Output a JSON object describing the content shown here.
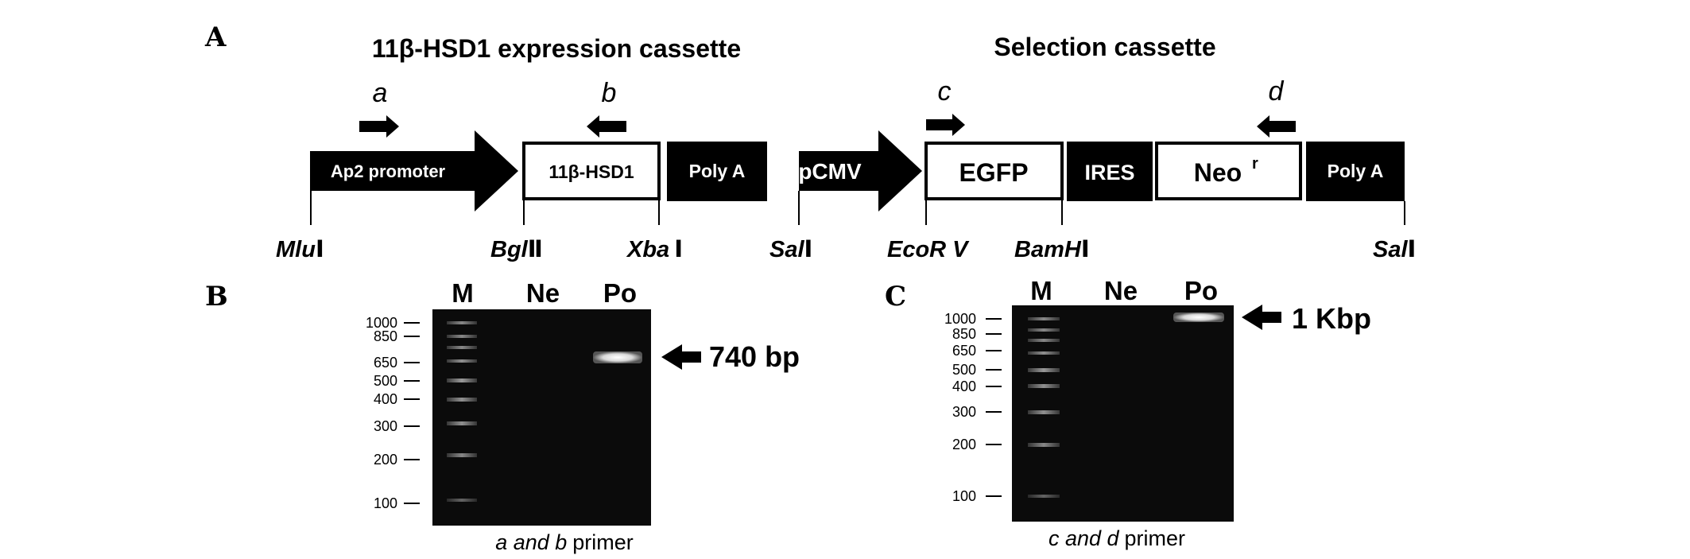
{
  "panel_a": {
    "letter": "A",
    "expression_title": "11β-HSD1 expression cassette",
    "selection_title": "Selection cassette",
    "primers": {
      "a": "a",
      "b": "b",
      "c": "c",
      "d": "d"
    },
    "elements": {
      "ap2_promoter": "Ap2  promoter",
      "hsd1": "11β-HSD1",
      "polya_1": "Poly A",
      "pcmv": "pCMV",
      "egfp": "EGFP",
      "ires": "IRES",
      "neo": "Neo",
      "neo_sup": "r",
      "polya_2": "Poly A"
    },
    "sites": {
      "mlu": {
        "italic": "Mlu",
        "roman": "Ⅰ"
      },
      "bgl": {
        "italic": "Bgl",
        "roman": "Ⅱ"
      },
      "xba": {
        "italic": "Xba",
        "roman": "Ⅰ"
      },
      "sal1": {
        "italic": "Sal",
        "roman": "Ⅰ"
      },
      "ecor": {
        "italic": "EcoR V",
        "roman": ""
      },
      "bamh": {
        "italic": "BamH",
        "roman": "Ⅰ"
      },
      "sal2": {
        "italic": "Sal",
        "roman": "Ⅰ"
      }
    }
  },
  "panel_b": {
    "letter": "B",
    "lanes": [
      "M",
      "Ne",
      "Po"
    ],
    "ladder": [
      "1000",
      "850",
      "650",
      "500",
      "400",
      "300",
      "200",
      "100"
    ],
    "band_label": "740 bp",
    "caption_italic": "a and b",
    "caption_roman": "primer"
  },
  "panel_c": {
    "letter": "C",
    "lanes": [
      "M",
      "Ne",
      "Po"
    ],
    "ladder": [
      "1000",
      "850",
      "650",
      "500",
      "400",
      "300",
      "200",
      "100"
    ],
    "band_label": "1 Kbp",
    "caption_italic": "c and d",
    "caption_roman": "primer"
  },
  "colors": {
    "element_fill": "#000000",
    "box_fill": "#ffffff",
    "gel_bg": "#0b0b0b",
    "band": "#e8e8e8"
  }
}
